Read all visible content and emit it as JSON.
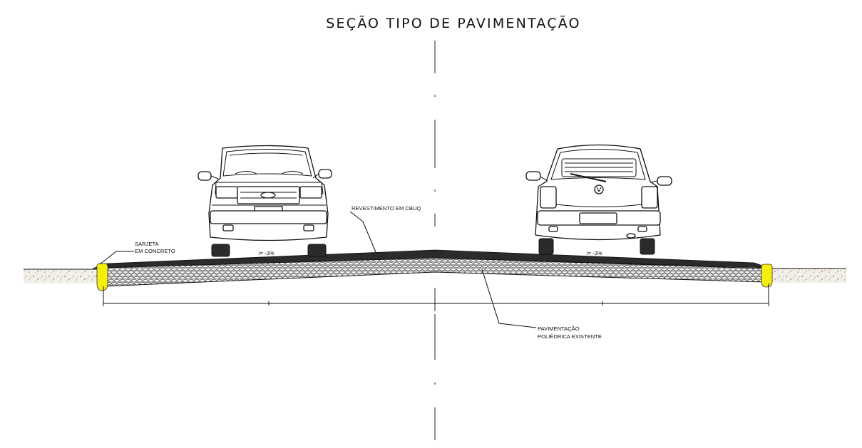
{
  "title": "SEÇÃO TIPO DE PAVIMENTAÇÃO",
  "labels": {
    "gutter_line1": "SARJETA",
    "gutter_line2": "EM CONCRETO",
    "surface": "REVESTIMENTO EM CBUQ",
    "base_line1": "PAVIMENTAÇÃO",
    "base_line2": "POLIÉDRICA EXISTENTE",
    "slope_left": "i= -3%",
    "slope_right": "i= -3%"
  },
  "colors": {
    "surface": "#2b2b2b",
    "base_fill": "#d9d9d9",
    "soil_fill": "#efe9e2",
    "gutter": "#f6ee11",
    "line": "#111111"
  },
  "icons": {
    "left_vehicle": "pickup-truck-front-icon",
    "right_vehicle": "hatchback-car-rear-icon"
  }
}
